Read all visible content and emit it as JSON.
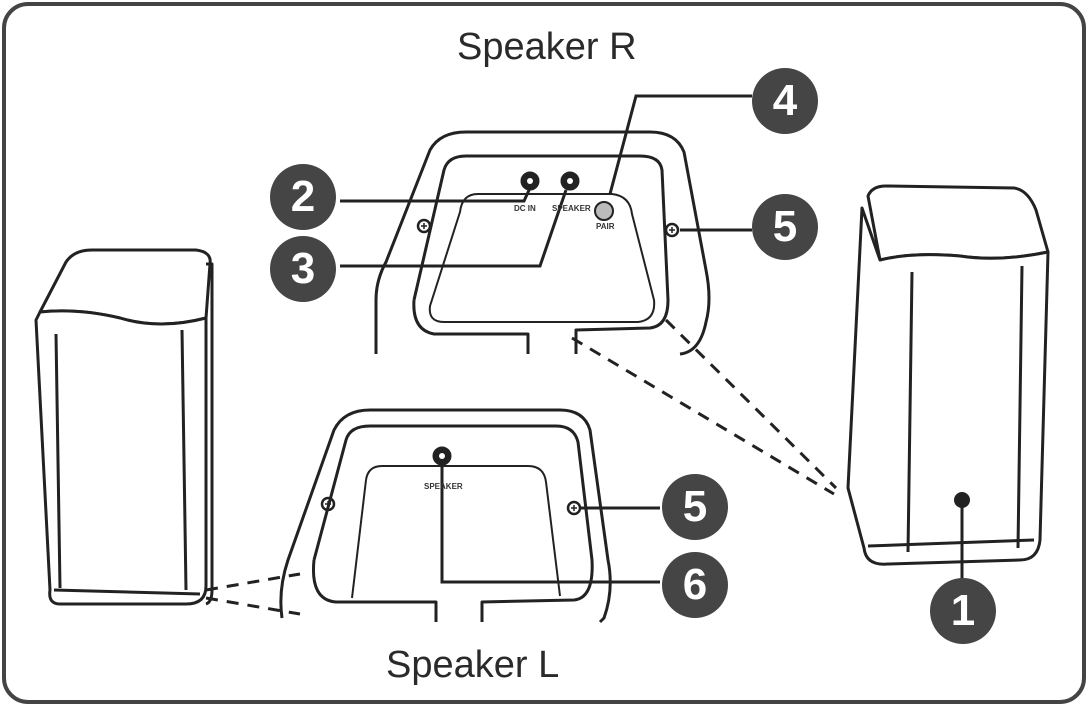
{
  "titles": {
    "speaker_r": "Speaker R",
    "speaker_l": "Speaker L"
  },
  "panel_labels": {
    "dc_in": "DC IN",
    "speaker_r_jack": "SPEAKER",
    "pair": "PAIR",
    "speaker_l_jack": "SPEAKER"
  },
  "callouts": {
    "c1": "1",
    "c2": "2",
    "c3": "3",
    "c4": "4",
    "c5_right": "5",
    "c5_left": "5",
    "c6": "6"
  },
  "colors": {
    "callout_fill": "#454545",
    "line": "#222222",
    "frame": "#444444"
  }
}
